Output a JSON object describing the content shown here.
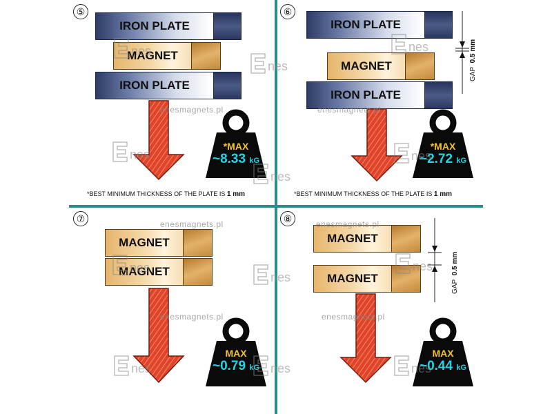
{
  "panels": [
    {
      "number": "⑤",
      "plate_top": "IRON PLATE",
      "magnet": "MAGNET",
      "plate_bottom": "IRON PLATE",
      "max_label": "*MAX",
      "value": "~8.33",
      "unit": "kG",
      "note_prefix": "*BEST MINIMUM THICKNESS OF THE PLATE IS",
      "note_value": "1 mm"
    },
    {
      "number": "⑥",
      "plate_top": "IRON PLATE",
      "magnet": "MAGNET",
      "plate_bottom": "IRON PLATE",
      "gap_label": "GAP",
      "gap_value": "0.5 mm",
      "max_label": "*MAX",
      "value": "~2.72",
      "unit": "kG",
      "note_prefix": "*BEST MINIMUM THICKNESS OF THE PLATE IS",
      "note_value": "1 mm"
    },
    {
      "number": "⑦",
      "magnet_top": "MAGNET",
      "magnet_bottom": "MAGNET",
      "max_label": "MAX",
      "value": "~0.79",
      "unit": "kG"
    },
    {
      "number": "⑧",
      "magnet_top": "MAGNET",
      "magnet_bottom": "MAGNET",
      "gap_label": "GAP",
      "gap_value": "0.5 mm",
      "max_label": "MAX",
      "value": "~0.44",
      "unit": "kG"
    }
  ],
  "watermark_text": "enesmagnets.pl",
  "logo_text": "nes",
  "colors": {
    "divider": "#2a8f8a",
    "arrow": "#e0442a",
    "weight": "#0a0a0a",
    "max_text": "#f2c230",
    "value_text": "#23d4e6"
  }
}
